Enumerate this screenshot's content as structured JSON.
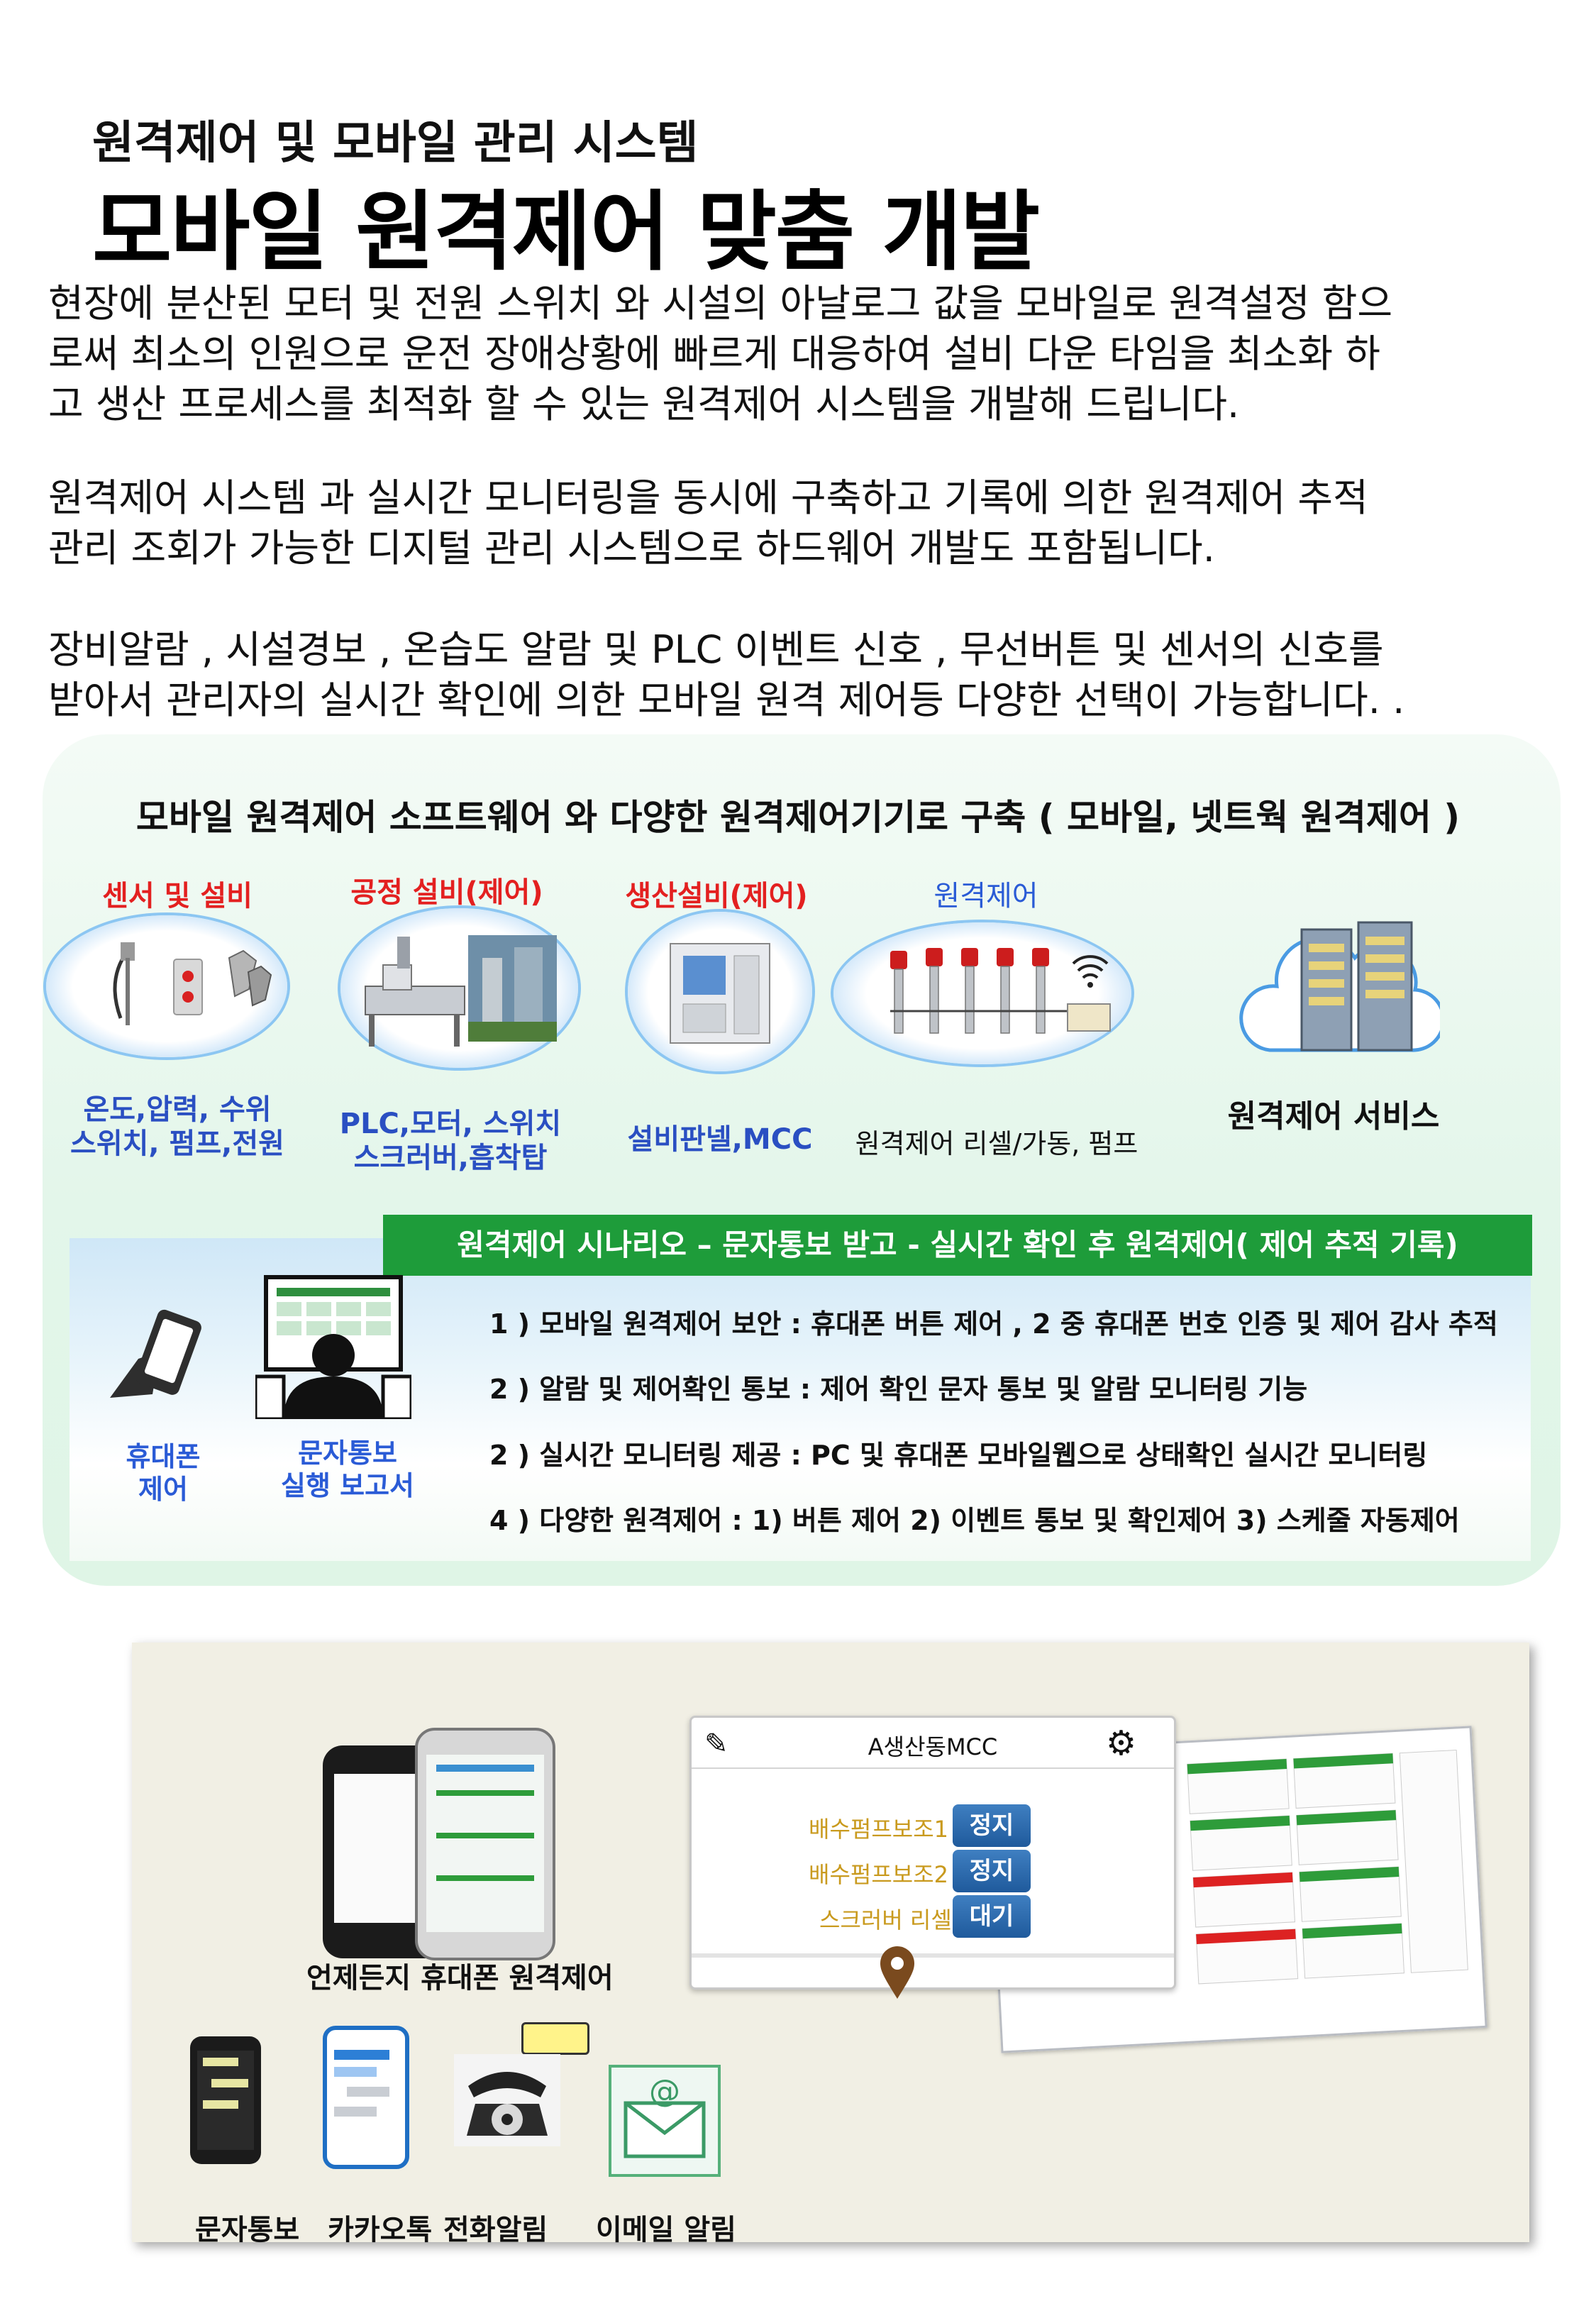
{
  "header": {
    "subtitle": "원격제어 및 모바일 관리 시스템",
    "title": "모바일 원격제어  맞춤 개발"
  },
  "paragraphs": [
    [
      "현장에 분산된 모터 및 전원 스위치 와 시설의 아날로그 값을 모바일로 원격설정 함으",
      "로써 최소의 인원으로 운전 장애상황에 빠르게 대응하여 설비 다운 타임을 최소화 하",
      "고 생산 프로세스를 최적화 할 수 있는 원격제어 시스템을 개발해 드립니다."
    ],
    [
      "원격제어 시스템 과 실시간 모니터링을 동시에 구축하고 기록에 의한 원격제어 추적",
      "관리 조회가 가능한 디지털 관리 시스템으로 하드웨어 개발도 포함됩니다."
    ],
    [
      "장비알람 , 시설경보 , 온습도 알람 및 PLC 이벤트 신호 , 무선버튼 및 센서의 신호를",
      "받아서 관리자의 실시간 확인에 의한 모바일 원격 제어등 다양한 선택이 가능합니다. ."
    ]
  ],
  "system": {
    "heading": "모바일 원격제어 소프트웨어 와 다양한 원격제어기기로 구축 ( 모바일, 넷트웍 원격제어 )",
    "categories": [
      {
        "label": "센서 및 설비",
        "caption": [
          "온도,압력, 수위",
          "스위치, 펌프,전원"
        ]
      },
      {
        "label": "공정 설비(제어)",
        "caption": [
          "PLC,모터, 스위치",
          "스크러버,흡착탑"
        ]
      },
      {
        "label": "생산설비(제어)",
        "caption": [
          "설비판넬,MCC"
        ]
      },
      {
        "label": "원격제어",
        "caption": [
          "원격제어 리셀/가동, 펌프"
        ]
      }
    ],
    "service": "원격제어 서비스"
  },
  "scenario": {
    "bar": "원격제어 시나리오  –  문자통보 받고 - 실시간 확인 후 원격제어( 제어  추적 기록)",
    "phone_label": [
      "휴대폰",
      "제어"
    ],
    "report_label": [
      "문자통보",
      "실행 보고서"
    ],
    "lines": [
      "1 )  모바일 원격제어  보안  :  휴대폰 버튼 제어 , 2 중 휴대폰 번호 인증 및 제어 감사 추적",
      "2 ) 알람 및 제어확인 통보  : 제어 확인 문자 통보 및 알람 모니터링 기능",
      "2 ) 실시간 모니터링 제공   :   PC 및 휴대폰 모바일웹으로 상태확인 실시간 모니터링",
      "4 ) 다양한 원격제어            : 1) 버튼 제어 2) 이벤트 통보 및 확인제어  3) 스케줄 자동제어"
    ]
  },
  "mcc": {
    "title": "A생산동MCC",
    "rows": [
      {
        "label": "배수펌프보조1 :",
        "state": "정지"
      },
      {
        "label": "배수펌프보조2 :",
        "state": "정지"
      },
      {
        "label": "스크러버 리셀 :",
        "state": "대기"
      }
    ]
  },
  "bottom": {
    "phones_caption": "언제든지 휴대폰 원격제어",
    "alerts": [
      "문자통보",
      "카카오톡",
      "전화알림",
      "이메일 알림"
    ]
  },
  "colors": {
    "accent_green": "#1e9c3a",
    "category_red": "#e32020",
    "caption_blue": "#2a5bd6"
  }
}
